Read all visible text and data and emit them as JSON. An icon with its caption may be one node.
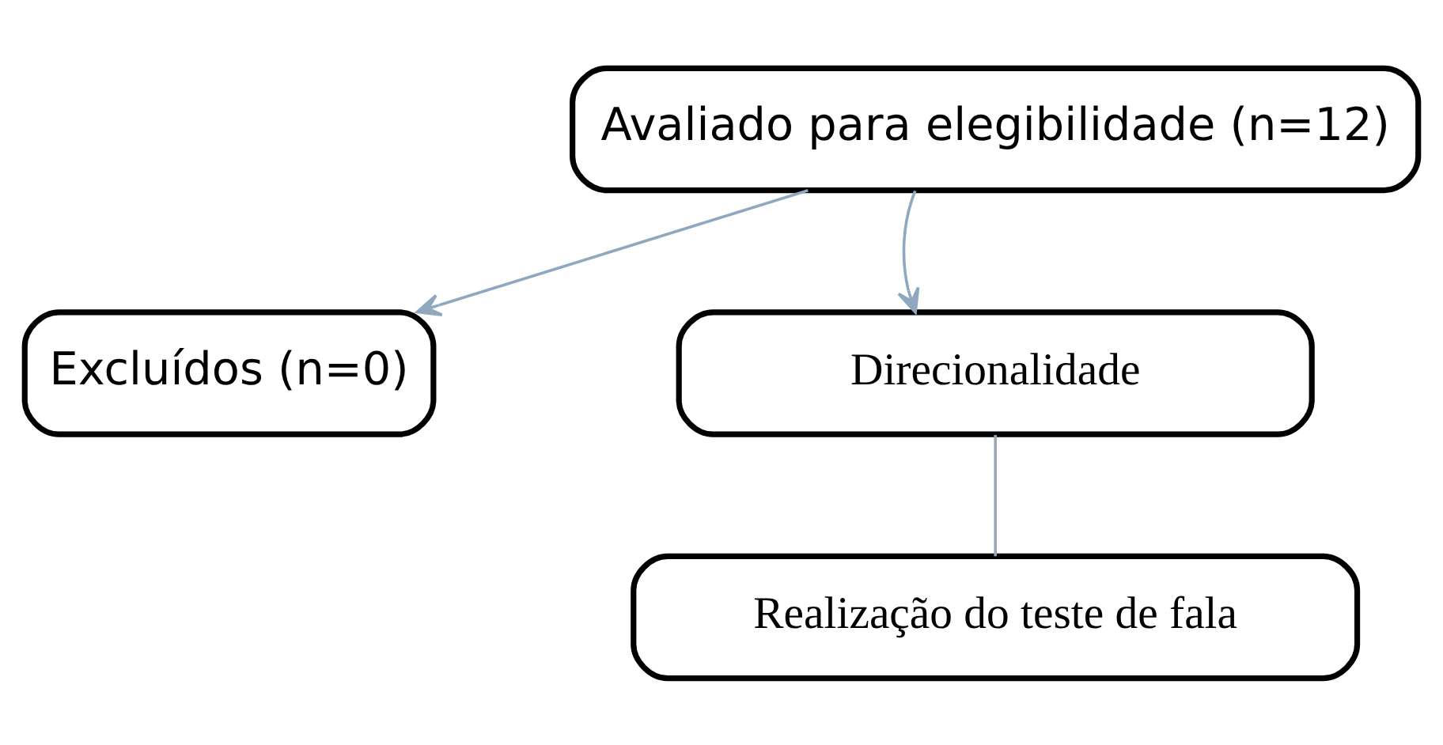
{
  "diagram": {
    "nodes": [
      {
        "text": [
          "Avaliado para elegibilidade (n=12)"
        ]
      },
      {
        "text": [
          "Excluídos (n=0)"
        ]
      },
      {
        "text": [
          "Direcionalidade"
        ]
      },
      {
        "text": [
          "Realização do teste de fala"
        ]
      }
    ],
    "edges": [
      {
        "from": 0,
        "to": 1,
        "arrow": "to",
        "color": "#8fa8bf"
      },
      {
        "from": 0,
        "to": 2,
        "arrow": "to",
        "color": "#8fa8bf"
      },
      {
        "from": 2,
        "to": 3,
        "arrow": "none",
        "color": "#9aa6b2"
      }
    ]
  }
}
